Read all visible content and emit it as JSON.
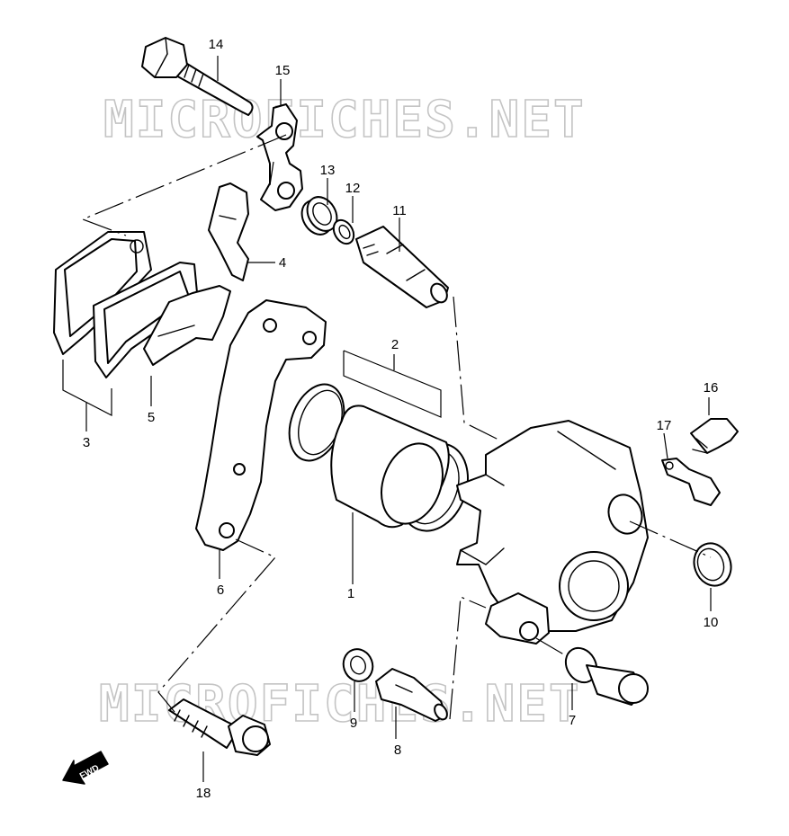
{
  "watermark": {
    "text": "MICROFICHES.NET"
  },
  "direction_badge": {
    "text": "FWD"
  },
  "callouts": [
    "1",
    "2",
    "3",
    "4",
    "5",
    "6",
    "7",
    "8",
    "9",
    "10",
    "11",
    "12",
    "13",
    "14",
    "15",
    "16",
    "17",
    "18"
  ]
}
